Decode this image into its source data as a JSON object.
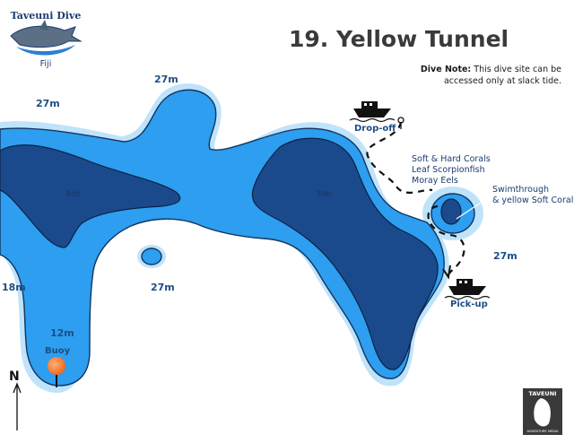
{
  "title": "19. Yellow Tunnel",
  "logo": {
    "text": "Taveuni Dive",
    "sub": "Fiji"
  },
  "note": {
    "label": "Dive Note:",
    "line1": "This dive site can be",
    "line2": "accessed only at slack tide."
  },
  "depths": {
    "top_mid": "27m",
    "left_top": "27m",
    "left_bottom": "18m",
    "center_bottom": "27m",
    "right": "27m",
    "buoy": "12m",
    "shallow_left": "3m",
    "shallow_right": "3m"
  },
  "labels": {
    "dropoff": "Drop-off",
    "pickup": "Pick-up",
    "buoy": "Buoy",
    "corals_1": "Soft & Hard Corals",
    "corals_2": "Leaf Scorpionfish",
    "corals_3": "Moray Eels",
    "swim_1": "Swimthrough",
    "swim_2": "& yellow Soft Coral"
  },
  "compass": {
    "label": "N"
  },
  "badge": {
    "top": "TAVEUNI",
    "bottom": "ADVENTURE MEDIA"
  },
  "colors": {
    "mid_water": "#2d9ef0",
    "shallow": "#1b4a8c",
    "buoy": "#f26a1b",
    "text": "#3a3a3a"
  }
}
